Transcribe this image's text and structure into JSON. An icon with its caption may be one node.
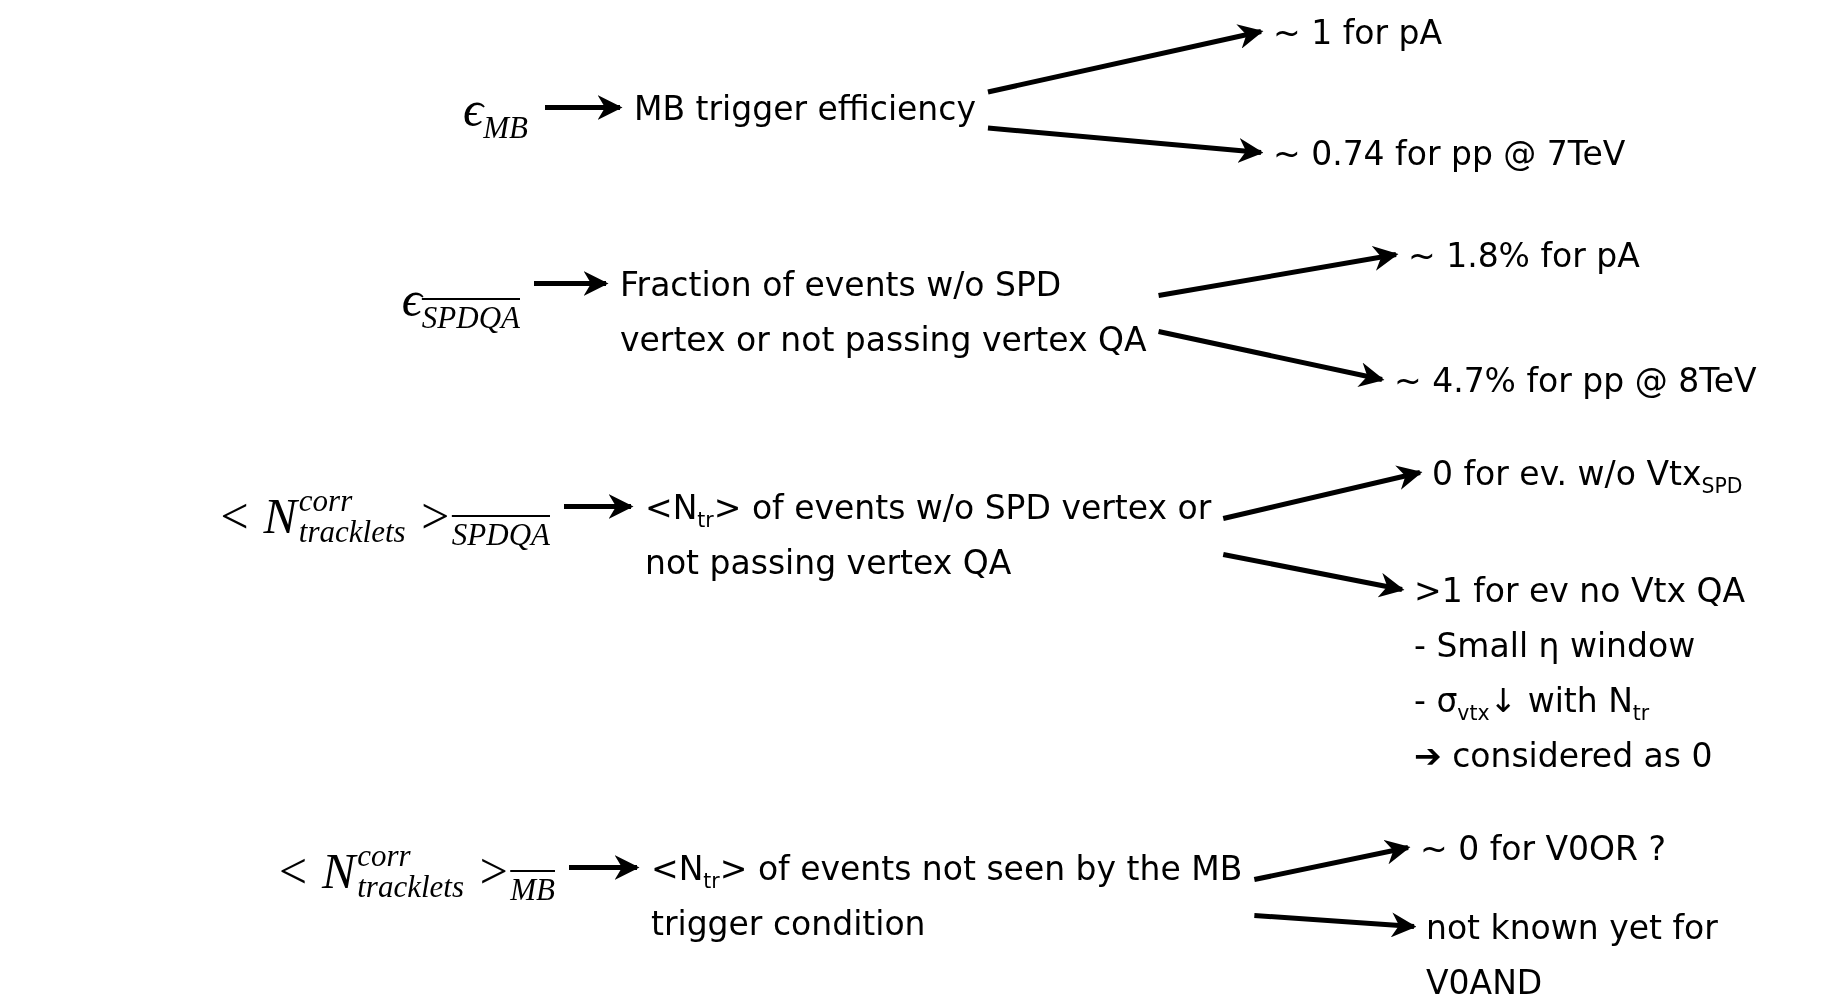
{
  "diagram": {
    "nodes": [
      {
        "text": [
          "ϵ$_{MB}$"
        ]
      },
      {
        "text": [
          "MB trigger efficiency"
        ]
      },
      {
        "text": [
          "~ 1 for pA"
        ]
      },
      {
        "text": [
          "~ 0.74 for pp @ 7TeV"
        ]
      },
      {
        "text": [
          "ϵ$_{SPDQA}$"
        ]
      },
      {
        "text": [
          "Fraction of events w/o SPD vertex or not passing vertex QA"
        ]
      },
      {
        "text": [
          "~ 1.8% for pA"
        ]
      },
      {
        "text": [
          "~ 4.7% for pp @ 8TeV"
        ]
      },
      {
        "text": [
          "< N$^{corr}$$_{tracklets}$ >$_{SPDQA}$"
        ]
      },
      {
        "text": [
          "<N$_{tr}$> of events w/o SPD vertex or not passing vertex QA"
        ]
      },
      {
        "text": [
          "0 for ev. w/o Vtx$_{SPD}$"
        ]
      },
      {
        "text": [
          ">1 for ev no Vtx QA",
          "- Small η window",
          "- σ$_{vtx}$↓ with N$_{tr}$",
          "➔ considered as 0"
        ]
      },
      {
        "text": [
          "< N$^{corr}$$_{tracklets}$ >$_{MB}$"
        ]
      },
      {
        "text": [
          "<N$_{tr}$> of events not seen by the MB trigger condition"
        ]
      },
      {
        "text": [
          "~ 0 for V0OR ?"
        ]
      },
      {
        "text": [
          "not known yet for V0AND"
        ]
      }
    ],
    "edges": [
      {
        "from": 0,
        "to": 1,
        "arrow": "to"
      },
      {
        "from": 1,
        "to": 2,
        "arrow": "to"
      },
      {
        "from": 1,
        "to": 3,
        "arrow": "to"
      },
      {
        "from": 4,
        "to": 5,
        "arrow": "to"
      },
      {
        "from": 5,
        "to": 6,
        "arrow": "to"
      },
      {
        "from": 5,
        "to": 7,
        "arrow": "to"
      },
      {
        "from": 8,
        "to": 9,
        "arrow": "to"
      },
      {
        "from": 9,
        "to": 10,
        "arrow": "to"
      },
      {
        "from": 9,
        "to": 11,
        "arrow": "to"
      },
      {
        "from": 12,
        "to": 13,
        "arrow": "to"
      },
      {
        "from": 13,
        "to": 14,
        "arrow": "to"
      },
      {
        "from": 13,
        "to": 15,
        "arrow": "to"
      }
    ]
  }
}
